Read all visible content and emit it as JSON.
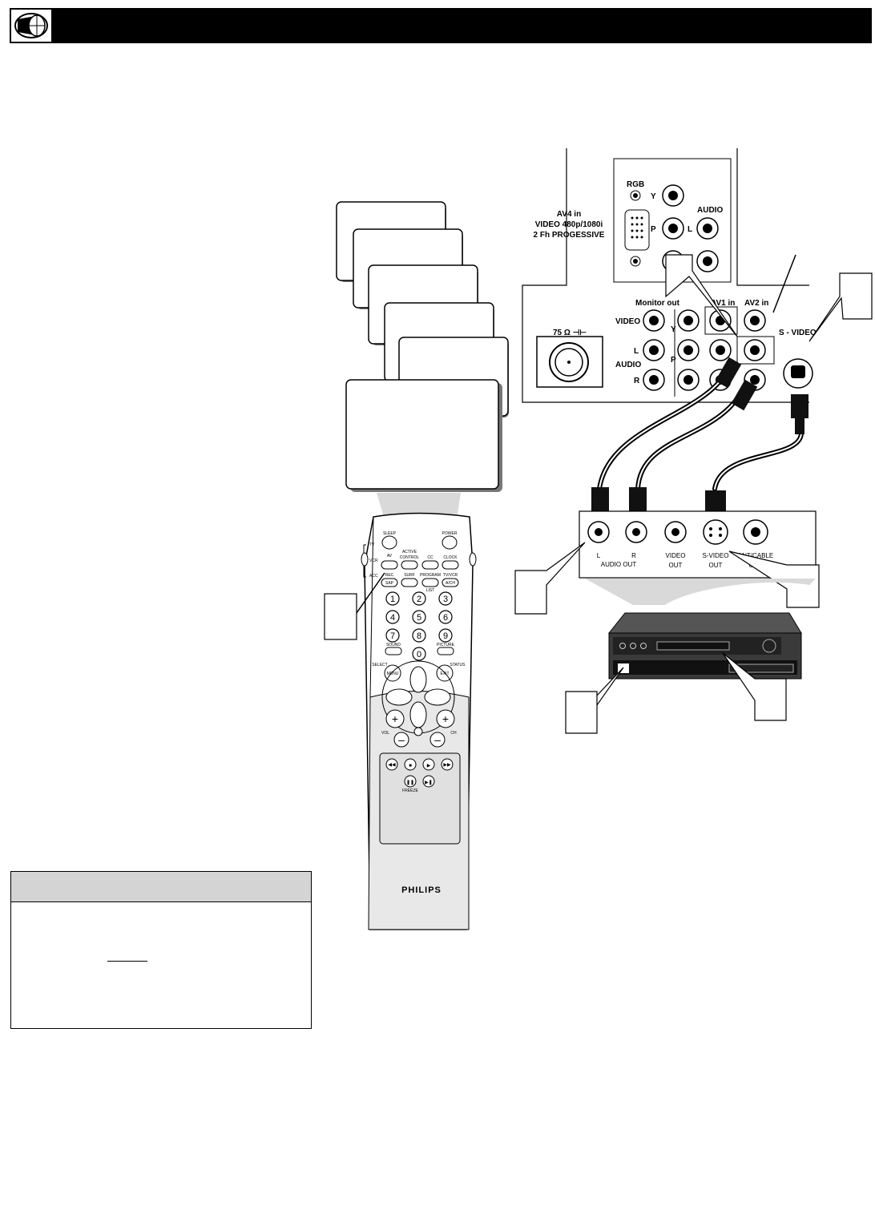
{
  "header": {
    "title": ""
  },
  "tv_panel": {
    "rgb": "RGB",
    "y": "Y",
    "p": "P",
    "audio": "AUDIO",
    "l": "L",
    "av4_line1": "AV4 in",
    "av4_line2": "VIDEO 480p/1080i",
    "av4_line3": "2 Fh PROGESSIVE",
    "monitor_out": "Monitor out",
    "av1_in": "AV1 in",
    "av2_in": "AV2 in",
    "video": "VIDEO",
    "audio_l": "L",
    "audio_label": "AUDIO",
    "audio_r": "R",
    "ohm": "75 Ω ⊣⊢",
    "svideo": "S - VIDEO",
    "y2": "Y",
    "p2": "P"
  },
  "source_device": {
    "l": "L",
    "r": "R",
    "audio_out": "AUDIO OUT",
    "video_line1": "VIDEO",
    "video_line2": "OUT",
    "svideo_line1": "S-VIDEO",
    "svideo_line2": "OUT",
    "antcable_line1": "ANT/CABLE",
    "antcable_line2": "OUT"
  },
  "remote": {
    "brand": "PHILIPS",
    "tv": "TV",
    "vcr": "VCR",
    "acc": "ACC",
    "sleep": "SLEEP",
    "power": "POWER",
    "av": "AV",
    "active_control_1": "ACTIVE",
    "active_control_2": "CONTROL",
    "cc": "CC",
    "clock": "CLOCK",
    "rec": "REC",
    "sap": "SAP",
    "surf": "SURF",
    "program": "PROGRAM",
    "list": "LIST",
    "tvvcr": "TV/VCR",
    "avm": "A/CH",
    "sound": "SOUND",
    "picture": "PICTURE",
    "menu": "MENU",
    "exit": "EXIT",
    "select": "SELECT",
    "status": "STATUS",
    "vol": "VOL",
    "ch": "CH",
    "freeze": "FREEZE",
    "digits": [
      "1",
      "2",
      "3",
      "4",
      "5",
      "6",
      "7",
      "8",
      "9",
      "0"
    ]
  },
  "note": {
    "title": ""
  }
}
